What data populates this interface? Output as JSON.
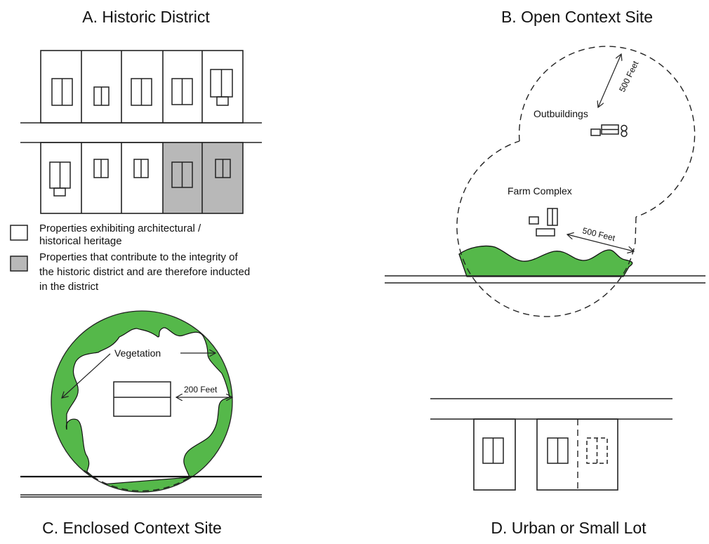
{
  "panels": {
    "a": {
      "title": "A. Historic District",
      "legend": [
        {
          "line1": "Properties exhibiting architectural /",
          "line2": "historical heritage",
          "line3": "",
          "swatch_color": "#ffffff"
        },
        {
          "line1": "Properties that contribute to the integrity of",
          "line2": "the historic district and are therefore inducted",
          "line3": "in the district",
          "swatch_color": "#b8b8b8"
        }
      ],
      "contributing_color": "#b8b8b8"
    },
    "b": {
      "title": "B. Open Context Site",
      "outbuildings_label": "Outbuildings",
      "farm_label": "Farm Complex",
      "distance_top": "500 Feet",
      "distance_right": "500 Feet",
      "vegetation_color": "#55b84a"
    },
    "c": {
      "title": "C. Enclosed Context Site",
      "vegetation_label": "Vegetation",
      "distance_label": "200 Feet",
      "vegetation_color": "#55b84a"
    },
    "d": {
      "title": "D. Urban or Small Lot"
    }
  }
}
